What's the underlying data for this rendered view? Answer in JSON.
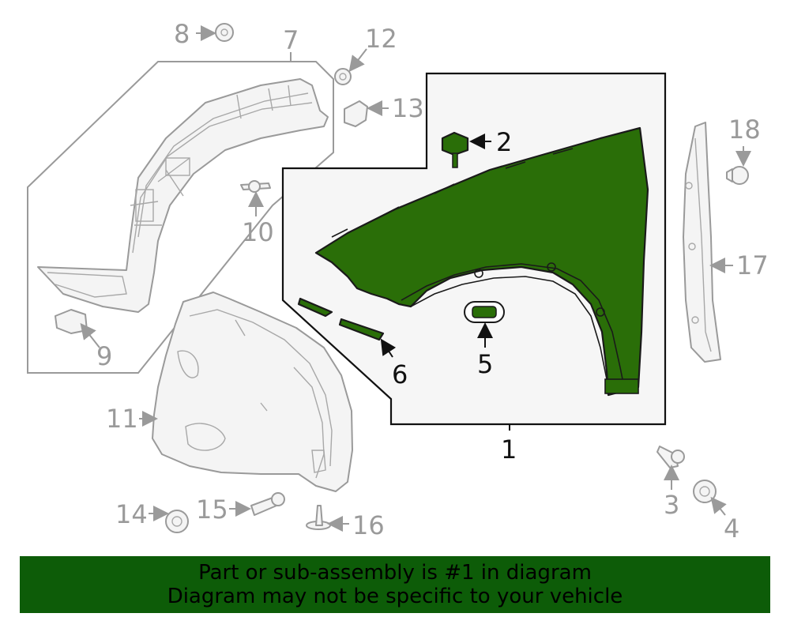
{
  "diagram": {
    "callouts": {
      "c1": "1",
      "c2": "2",
      "c3": "3",
      "c4": "4",
      "c5": "5",
      "c6": "6",
      "c7": "7",
      "c8": "8",
      "c9": "9",
      "c10": "10",
      "c11": "11",
      "c12": "12",
      "c13": "13",
      "c14": "14",
      "c15": "15",
      "c16": "16",
      "c17": "17",
      "c18": "18"
    },
    "colors": {
      "highlight": "#2a6e08",
      "banner": "#0d5c08",
      "callout_grey": "#9a9a9a"
    }
  },
  "banner": {
    "line1": "Part or sub-assembly is #1 in diagram",
    "line2": "Diagram may not be specific to your vehicle"
  }
}
